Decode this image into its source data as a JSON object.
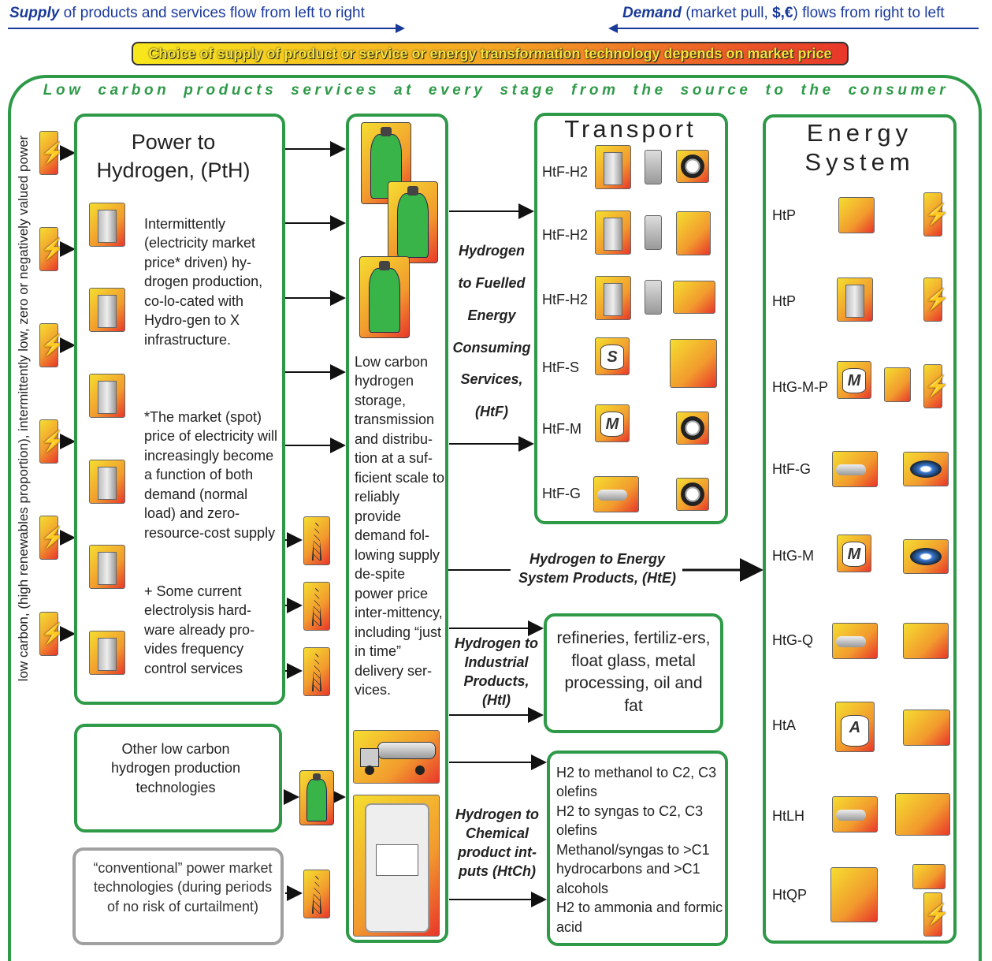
{
  "header": {
    "supply_bold": "Supply",
    "supply_rest": " of products and services flow from left to right",
    "demand_bold": "Demand",
    "demand_rest1": " (market pull, ",
    "demand_currency": "$,€",
    "demand_rest2": ")  flows from right to left",
    "banner": "Choice of supply of product or service or energy transformation technology depends on market price"
  },
  "tagline": "Low carbon products services at  every stage from the source to the consumer",
  "left_vertical": "low carbon, (high renewables proportion), intermittently low, zero or negatively valued power",
  "pth": {
    "title": "Power to Hydrogen, (PtH)",
    "para1": "Intermittently (electricity market price* driven) hy-drogen production, co-lo-cated with Hydro-gen to X infrastructure.",
    "para2": "*The market (spot) price of electricity will increasingly become a function of both demand (normal load) and zero-resource-cost supply",
    "para3": "+ Some current electrolysis hard-ware already pro-vides frequency control services"
  },
  "other_box": "Other low carbon hydrogen production technologies",
  "conventional_box": "“conventional” power market technologies (during periods of no risk of curtailment)",
  "storage_text": "Low carbon hydrogen storage, transmission and distribu-tion at a suf-ficient scale to reliably provide demand fol-lowing supply de-spite power price inter-mittency, including “just in time” delivery ser-vices.",
  "flows": {
    "htf": "Hydrogen to Fuelled Energy Consuming Services, (HtF)",
    "hte": "Hydrogen to Energy System  Products, (HtE)",
    "hti": "Hydrogen to Industrial Products, (HtI)",
    "htch": "Hydrogen to Chemical product int-puts (HtCh)"
  },
  "transport": {
    "title": "Transport",
    "rows": [
      "HtF-H2",
      "HtF-H2",
      "HtF-H2",
      "HtF-S",
      "HtF-M",
      "HtF-G"
    ]
  },
  "energy_system": {
    "title": "Energy System",
    "rows": [
      "HtP",
      "HtP",
      "HtG-M-P",
      "HtF-G",
      "HtG-M",
      "HtG-Q",
      "HtA",
      "HtLH",
      "HtQP"
    ]
  },
  "industrial_box": "refineries, fertiliz-ers, float glass, metal processing, oil and fat",
  "chemical_box": {
    "l1": "H2 to methanol to C2, C3 olefins",
    "l2": "H2 to syngas to C2, C3 olefins",
    "l3": "Methanol/syngas to >C1 hydrocarbons and >C1 alcohols",
    "l4": "H2 to ammonia and formic acid"
  },
  "icon_letters": {
    "synfuel": "S",
    "methane": "M",
    "ammonia": "A"
  },
  "colors": {
    "green": "#2e9a48",
    "blue": "#1a3a9a",
    "gray": "#a0a0a0"
  }
}
